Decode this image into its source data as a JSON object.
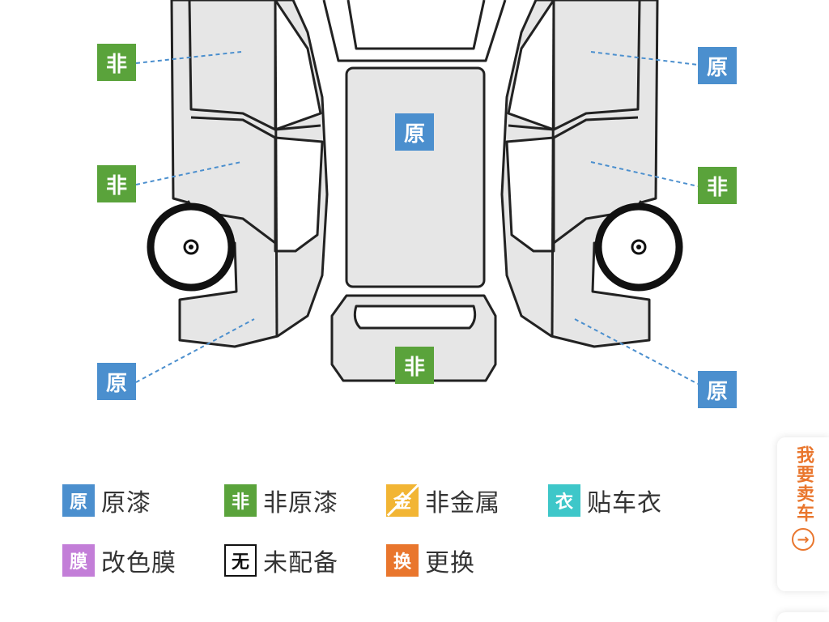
{
  "diagram": {
    "tags": {
      "left_front_door": "非",
      "left_rear_door": "非",
      "left_rear_fender": "原",
      "roof": "原",
      "trunk": "非",
      "right_front_door": "原",
      "right_rear_door": "非",
      "right_rear_fender": "原"
    }
  },
  "legend": {
    "original_paint": {
      "glyph": "原",
      "label": "原漆"
    },
    "non_original_paint": {
      "glyph": "非",
      "label": "非原漆"
    },
    "non_metal": {
      "glyph": "金",
      "label": "非金属"
    },
    "car_wrap": {
      "glyph": "衣",
      "label": "贴车衣"
    },
    "color_film": {
      "glyph": "膜",
      "label": "改色膜"
    },
    "not_equipped": {
      "glyph": "无",
      "label": "未配备"
    },
    "replaced": {
      "glyph": "换",
      "label": "更换"
    }
  },
  "sell_button": {
    "label": "我要卖车",
    "icon": "arrow-right-circle-icon"
  },
  "colors": {
    "original": "#4b8fce",
    "non_original": "#5aa33b",
    "non_metal": "#f2b534",
    "car_wrap": "#3ec7c9",
    "color_film": "#c37ed8",
    "replaced": "#e9762d",
    "panel_fill": "#e6e6e6",
    "outline": "#222222"
  }
}
